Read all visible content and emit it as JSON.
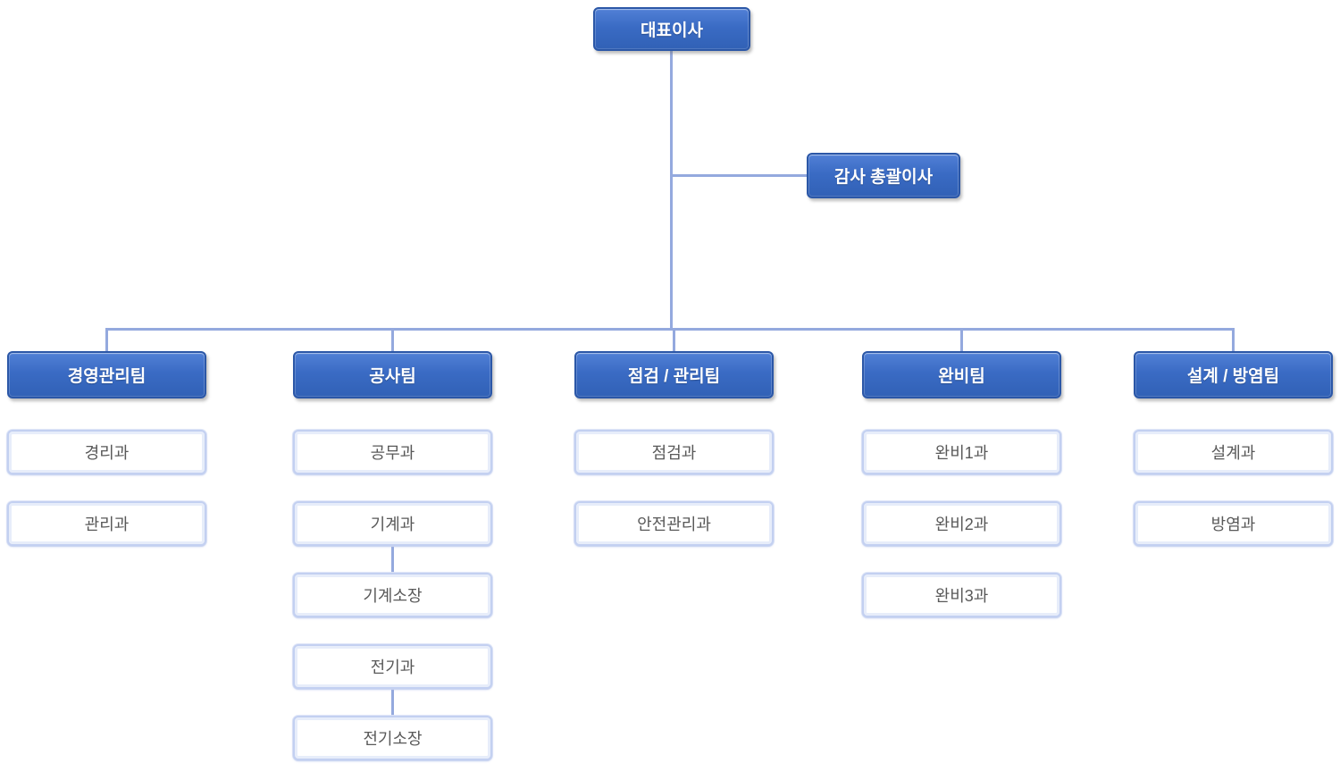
{
  "diagram": {
    "type": "org-chart",
    "root": {
      "label": "대표이사"
    },
    "staff": {
      "label": "감사 총괄이사"
    },
    "teams": [
      {
        "label": "경영관리팀",
        "children": [
          {
            "label": "경리과"
          },
          {
            "label": "관리과"
          }
        ]
      },
      {
        "label": "공사팀",
        "children": [
          {
            "label": "공무과"
          },
          {
            "label": "기계과"
          },
          {
            "label": "기계소장"
          },
          {
            "label": "전기과"
          },
          {
            "label": "전기소장"
          }
        ]
      },
      {
        "label": "점검 / 관리팀",
        "children": [
          {
            "label": "점검과"
          },
          {
            "label": "안전관리과"
          }
        ]
      },
      {
        "label": "완비팀",
        "children": [
          {
            "label": "완비1과"
          },
          {
            "label": "완비2과"
          },
          {
            "label": "완비3과"
          }
        ]
      },
      {
        "label": "설계 / 방염팀",
        "children": [
          {
            "label": "설계과"
          },
          {
            "label": "방염과"
          }
        ]
      }
    ],
    "extra_links": [
      {
        "from": "기계과",
        "to": "기계소장"
      },
      {
        "from": "전기과",
        "to": "전기소장"
      }
    ]
  },
  "theme": {
    "primary-top": "#5180d6",
    "primary-mid": "#3a6bc4",
    "primary-bottom": "#3161b6",
    "primary-border": "#2b57a7",
    "primary-text": "#ffffff",
    "secondary-fill": "#ffffff",
    "secondary-border": "#c3d0f1",
    "secondary-inner": "#e7edfa",
    "secondary-text": "#595959",
    "connector": "#94a9de",
    "page-bg": "#ffffff"
  }
}
